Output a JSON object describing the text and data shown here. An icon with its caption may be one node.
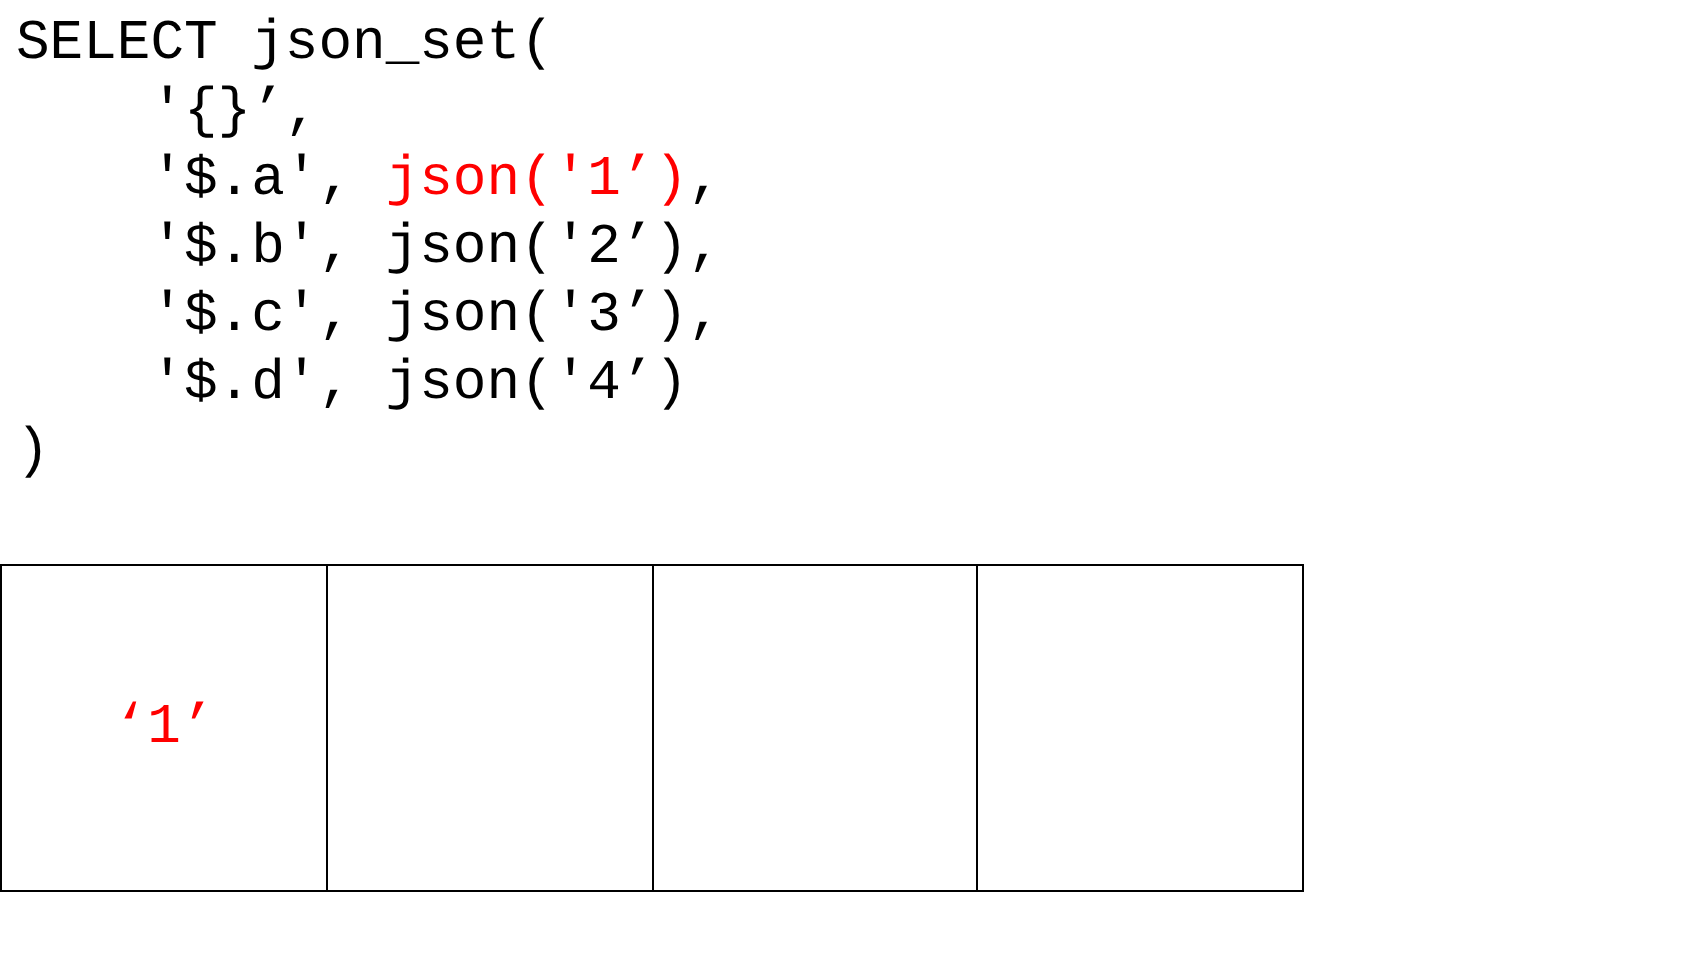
{
  "diagram": {
    "nodes": [
      {
        "text": [
          "‘1’"
        ]
      },
      {
        "text": [],
        "shape": "box"
      },
      {
        "text": [],
        "shape": "box"
      },
      {
        "text": [],
        "shape": "box"
      }
    ],
    "labels": [
      "SELECT json_set(",
      "'{}’,",
      "'$.a',",
      "json('1’)",
      ",",
      "'$.b', json('2’),",
      "'$.c', json('3’),",
      "'$.d', json('4’)",
      ")"
    ]
  }
}
